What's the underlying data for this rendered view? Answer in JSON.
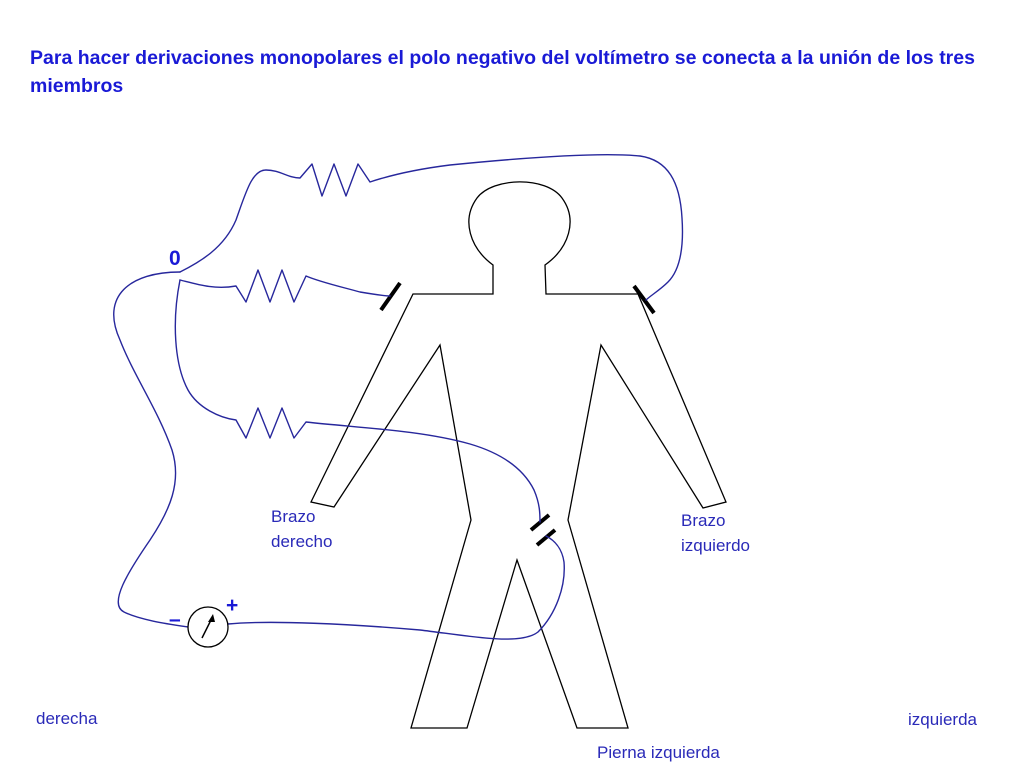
{
  "title": "Para hacer derivaciones monopolares el polo negativo del voltímetro se conecta a la unión de los tres miembros",
  "labels": {
    "right_arm": "Brazo derecho",
    "left_arm": "Brazo izquierdo",
    "left_leg": "Pierna izquierda",
    "right_side": "derecha",
    "left_side": "izquierda",
    "node": "0",
    "minus": "–",
    "plus": "+"
  },
  "colors": {
    "title": "#1a1ad6",
    "label": "#2a2ab8",
    "wire": "#27279c",
    "outline": "#000000"
  }
}
